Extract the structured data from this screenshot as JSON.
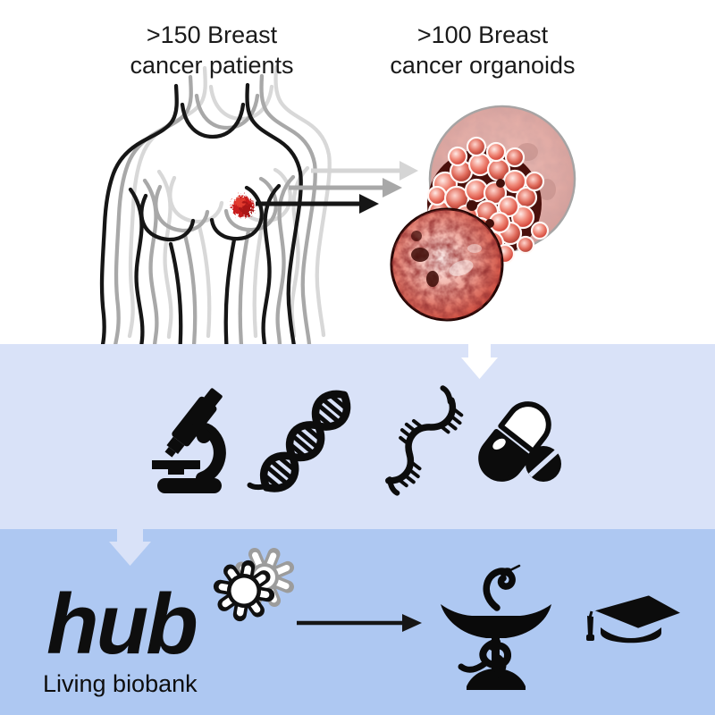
{
  "colors": {
    "background_top": "#ffffff",
    "band_middle": "#d9e2f8",
    "band_bottom": "#aec8f2",
    "ink": "#1a1a1a",
    "tumor_red": "#c81e1e",
    "silhouette_gray_mid": "#a8a8a8",
    "silhouette_gray_light": "#d8d8d8",
    "arrow_black": "#161616"
  },
  "top_section": {
    "patients_label": ">150 Breast\ncancer patients",
    "organoids_label": ">100 Breast\ncancer organoids",
    "illustrations": [
      "female-torso-silhouettes",
      "breast-tumor-mark",
      "organoid-micrographs"
    ],
    "arrows": [
      "arrow-right-light-gray",
      "arrow-right-mid-gray",
      "arrow-right-black"
    ]
  },
  "middle_section": {
    "entry_arrow": "arrow-down-white",
    "icons": [
      "microscope-icon",
      "dna-helix-icon",
      "rna-strand-icon",
      "capsule-and-tablet-icon"
    ]
  },
  "bottom_section": {
    "entry_arrow": "arrow-down-lightblue",
    "logo_text": "hub",
    "logo_tagline": "Living biobank",
    "logo_icon": "organoid-splat-icon",
    "flow_arrow": "arrow-right-black",
    "icons": [
      "pharmacy-bowl-of-hygieia-icon",
      "graduation-cap-icon"
    ]
  }
}
